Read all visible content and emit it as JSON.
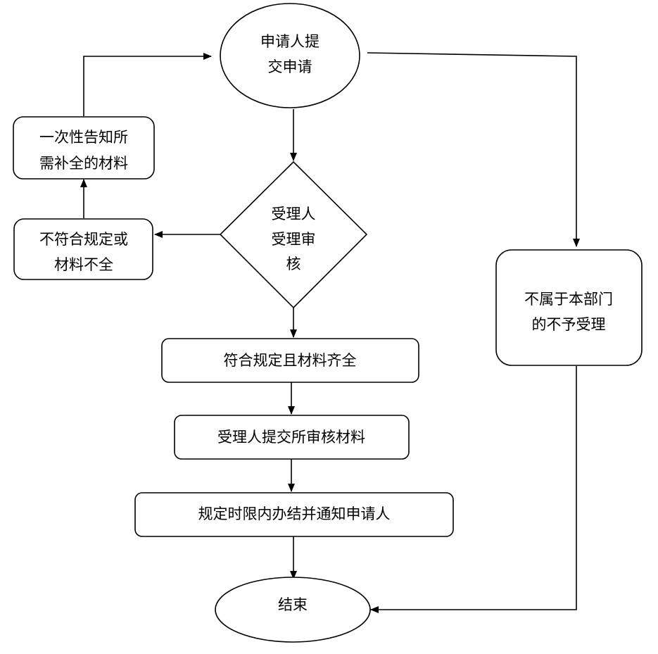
{
  "nodes": {
    "start": [
      "申请人提",
      "交申请"
    ],
    "review": [
      "受理人",
      "受理审",
      "核"
    ],
    "notify_missing": [
      "一次性告知所",
      "需补全的材料"
    ],
    "not_compliant": [
      "不符合规定或",
      "材料不全"
    ],
    "compliant": [
      "符合规定且材料齐全"
    ],
    "submit_materials": [
      "受理人提交所审核材料"
    ],
    "complete_notify": [
      "规定时限内办结并通知申请人"
    ],
    "out_of_scope": [
      "不属于本部门",
      "的不予受理"
    ],
    "end": [
      "结束"
    ]
  }
}
